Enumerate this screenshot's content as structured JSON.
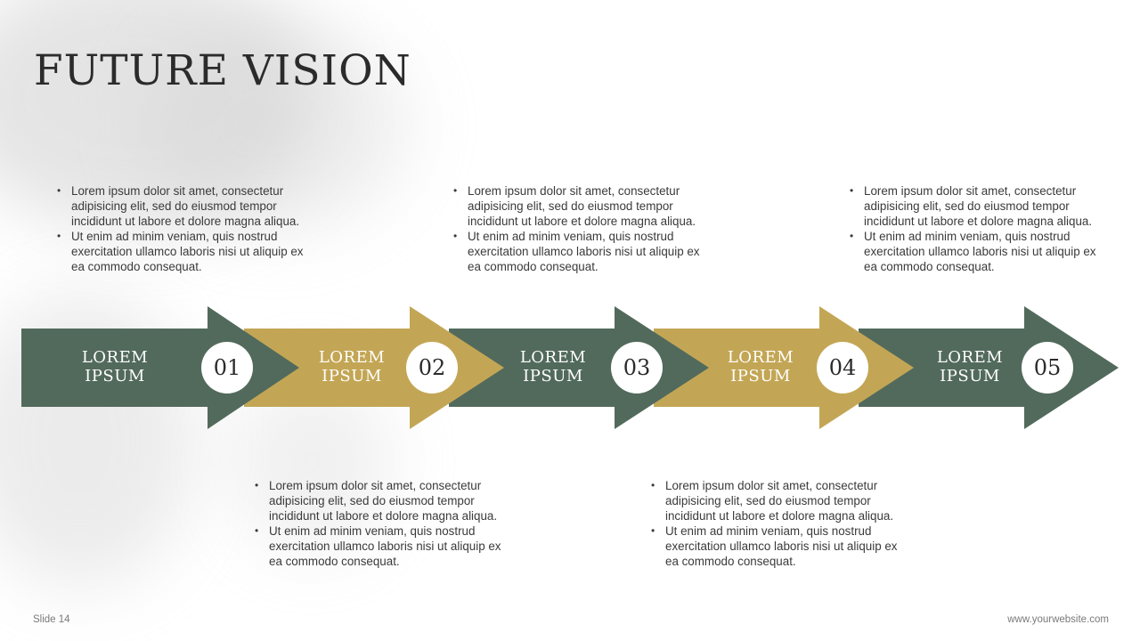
{
  "title": "FUTURE VISION",
  "colors": {
    "green": "#526a5c",
    "gold": "#c3a655",
    "text": "#3a3a3a"
  },
  "steps": [
    {
      "label_line1": "LOREM",
      "label_line2": "IPSUM",
      "number": "01",
      "color": "#526a5c"
    },
    {
      "label_line1": "LOREM",
      "label_line2": "IPSUM",
      "number": "02",
      "color": "#c3a655"
    },
    {
      "label_line1": "LOREM",
      "label_line2": "IPSUM",
      "number": "03",
      "color": "#526a5c"
    },
    {
      "label_line1": "LOREM",
      "label_line2": "IPSUM",
      "number": "04",
      "color": "#c3a655"
    },
    {
      "label_line1": "LOREM",
      "label_line2": "IPSUM",
      "number": "05",
      "color": "#526a5c"
    }
  ],
  "text_blocks": [
    {
      "bullet1": "Lorem ipsum dolor sit amet, consectetur adipisicing elit, sed do eiusmod tempor incididunt ut labore et dolore magna aliqua.",
      "bullet2": "Ut enim ad minim veniam, quis nostrud exercitation ullamco laboris nisi ut aliquip ex ea commodo consequat."
    },
    {
      "bullet1": "Lorem ipsum dolor sit amet, consectetur adipisicing elit, sed do eiusmod tempor incididunt ut labore et dolore magna aliqua.",
      "bullet2": "Ut enim ad minim veniam, quis nostrud exercitation ullamco laboris nisi ut aliquip ex ea commodo consequat."
    },
    {
      "bullet1": "Lorem ipsum dolor sit amet, consectetur adipisicing elit, sed do eiusmod tempor incididunt ut labore et dolore magna aliqua.",
      "bullet2": "Ut enim ad minim veniam, quis nostrud exercitation ullamco laboris nisi ut aliquip ex ea commodo consequat."
    },
    {
      "bullet1": "Lorem ipsum dolor sit amet, consectetur adipisicing elit, sed do eiusmod tempor incididunt ut labore et dolore magna aliqua.",
      "bullet2": "Ut enim ad minim veniam, quis nostrud exercitation ullamco laboris nisi ut aliquip ex ea commodo consequat."
    },
    {
      "bullet1": "Lorem ipsum dolor sit amet, consectetur adipisicing elit, sed do eiusmod tempor incididunt ut labore et dolore magna aliqua.",
      "bullet2": "Ut enim ad minim veniam, quis nostrud exercitation ullamco laboris nisi ut aliquip ex ea commodo consequat."
    }
  ],
  "footer": {
    "slide_number": "Slide 14",
    "website": "www.yourwebsite.com"
  }
}
